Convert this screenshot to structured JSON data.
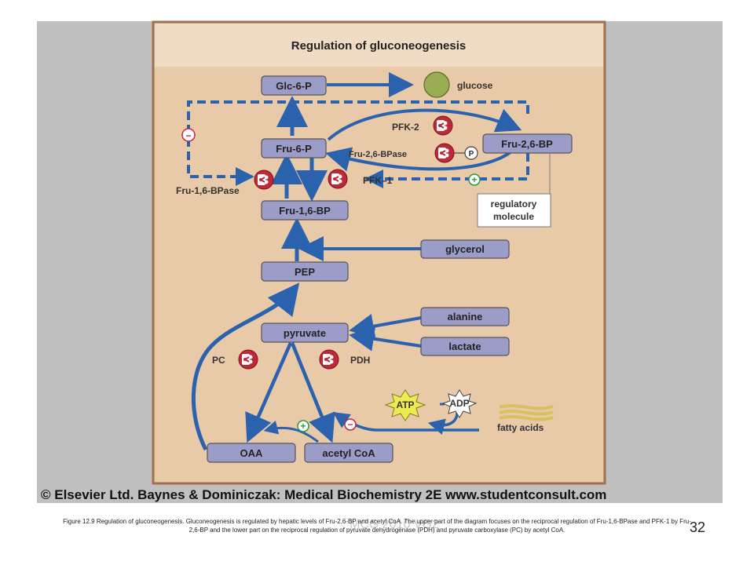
{
  "title": "Regulation of gluconeogenesis",
  "nodes": {
    "glc6p": "Glc-6-P",
    "glucose": "glucose",
    "fru6p": "Fru-6-P",
    "fru26bp": "Fru-2,6-BP",
    "fru16bp": "Fru-1,6-BP",
    "glycerol": "glycerol",
    "pep": "PEP",
    "pyruvate": "pyruvate",
    "alanine": "alanine",
    "lactate": "lactate",
    "oaa": "OAA",
    "acetylcoa": "acetyl CoA",
    "fatty_acids": "fatty acids",
    "regulatory_molecule_line1": "regulatory",
    "regulatory_molecule_line2": "molecule"
  },
  "enzymes": {
    "pfk2": "PFK-2",
    "fru26bpase": "Fru-2,6-BPase",
    "fru16bpase": "Fru-1,6-BPase",
    "pfk1": "PFK–1",
    "pc": "PC",
    "pdh": "PDH"
  },
  "energy": {
    "atp": "ATP",
    "adp": "ADP"
  },
  "symbols": {
    "minus": "−",
    "plus": "+",
    "phosphate": "P"
  },
  "copyright": "© Elsevier Ltd. Baynes & Dominiczak: Medical Biochemistry 2E www.studentconsult.com",
  "caption": "Figure 12.9 Regulation of gluconeogenesis. Gluconeogenesis is regulated by hepatic levels of Fru-2,6-BP and acetyl CoA. The upper part of the diagram focuses on the reciprocal regulation of Fru-1,6-BPase and PFK-1 by Fru-2,6-BP and the lower part on the reciprocal regulation of pyruvate dehydrogenase (PDH) and pyruvate carboxylase (PC) by acetyl CoA.",
  "watermark": "MCG 2010 VG2",
  "page_number": "32",
  "colors": {
    "panel": "#e8c9a8",
    "frame_border": "#a07050",
    "title_bar": "#f0dcc4",
    "box_fill": "#9c9cc8",
    "arrow": "#2a62ae",
    "enzyme_red": "#c02838",
    "glucose_green": "#9aad55",
    "atp_yellow": "#ecec50"
  }
}
